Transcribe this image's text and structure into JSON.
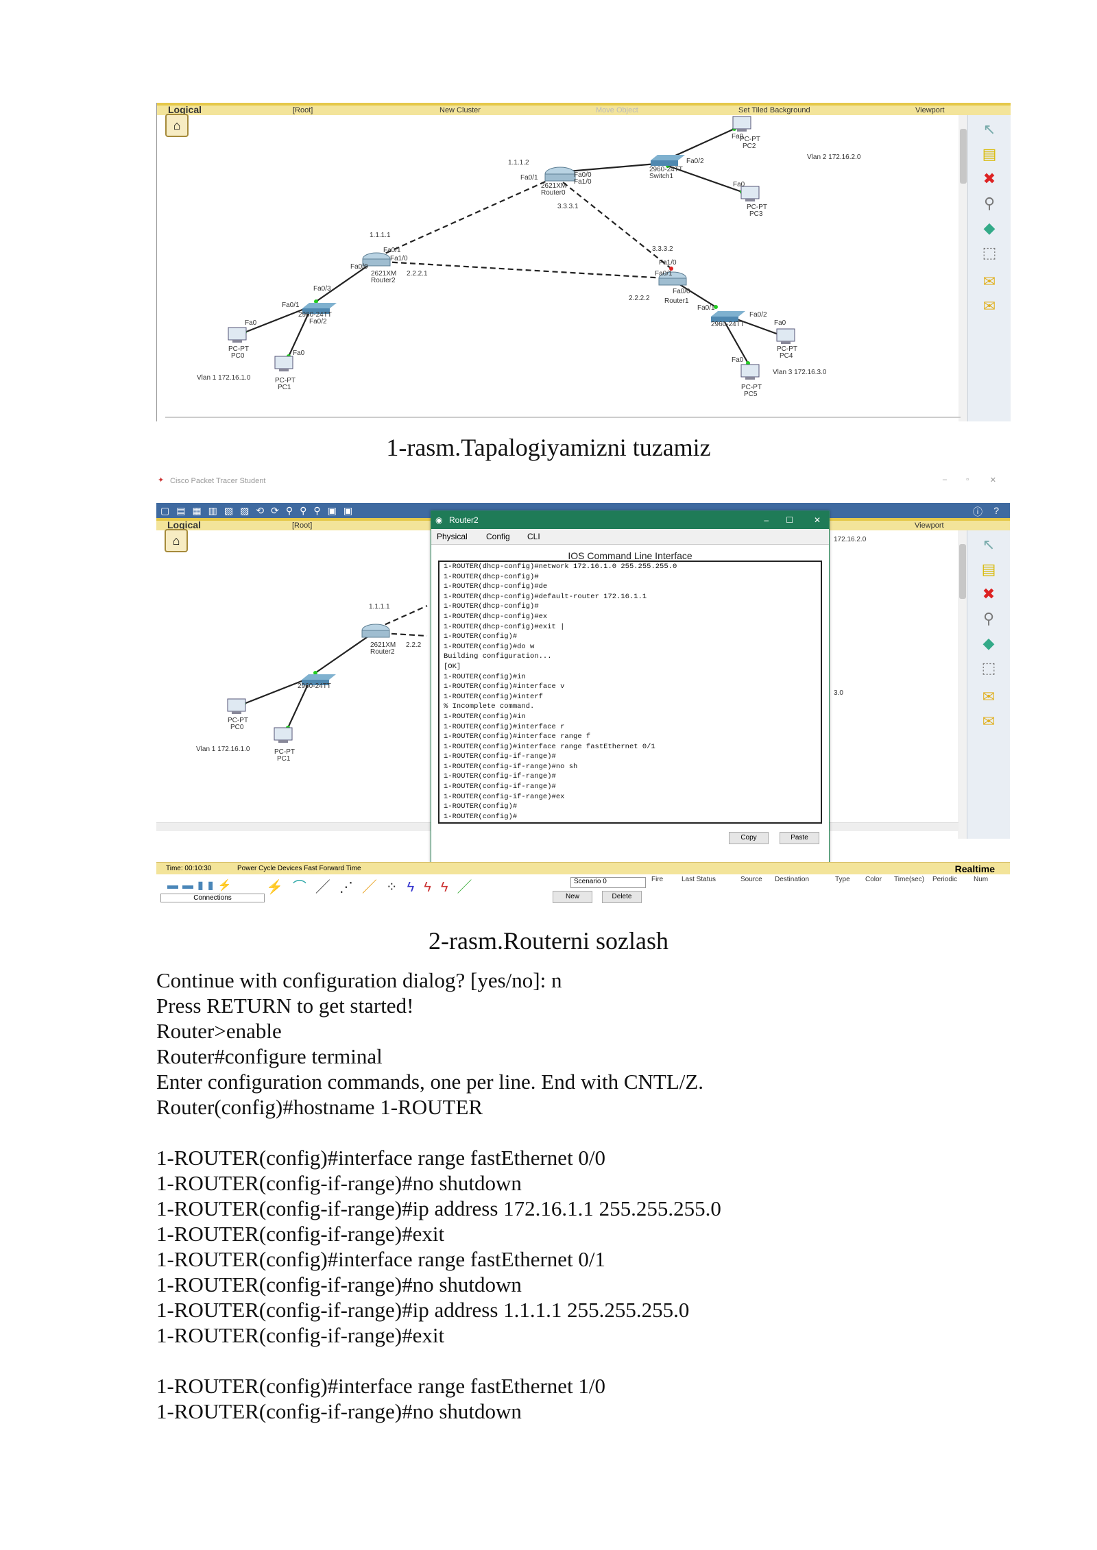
{
  "figure1": {
    "toolbar": {
      "logical": "Logical",
      "root": "[Root]",
      "new_cluster": "New Cluster",
      "move_object": "Move Object",
      "set_bg": "Set Tiled Background",
      "viewport": "Viewport"
    },
    "labels": {
      "pc2": "PC-PT",
      "pc2b": "PC2",
      "pc3": "PC-PT",
      "pc3b": "PC3",
      "pc0": "PC-PT",
      "pc0b": "PC0",
      "pc1": "PC-PT",
      "pc1b": "PC1",
      "pc4": "PC-PT",
      "pc4b": "PC4",
      "pc5": "PC-PT",
      "pc5b": "PC5",
      "router0": "2621XM",
      "router0b": "Router0",
      "router1": "Router1",
      "router2": "2621XM",
      "router2b": "Router2",
      "switch1": "2960-24TT",
      "switch1b": "Switch1",
      "ip_1112": "1.1.1.2",
      "ip_1111": "1.1.1.1",
      "ip_3331": "3.3.3.1",
      "ip_3332": "3.3.3.2",
      "ip_2221": "2.2.2.1",
      "ip_2222": "2.2.2.2",
      "vlan2": "Vlan 2 172.16.2.0",
      "vlan1": "Vlan 1 172.16.1.0",
      "vlan3": "Vlan 3 172.16.3.0",
      "fa00": "Fa0/0",
      "fa01": "Fa0/1",
      "fa10": "Fa1/0",
      "fa0": "Fa0",
      "fa02": "Fa0/2",
      "fa03": "Fa0/3",
      "sw2960": "2960-24TT"
    }
  },
  "caption1": "1-rasm.Tapalogiyamizni tuzamiz",
  "figure2": {
    "app_title": "Cisco Packet Tracer Student",
    "toolbar": {
      "logical": "Logical",
      "root": "[Root]",
      "viewport": "Viewport"
    },
    "cli_window": {
      "title": "Router2",
      "tabs": [
        "Physical",
        "Config",
        "CLI"
      ],
      "heading": "IOS Command Line Interface",
      "lines": [
        "1-ROUTER(dhcp-config)#network 172.16.1.0 255.255.255.0",
        "1-ROUTER(dhcp-config)#",
        "1-ROUTER(dhcp-config)#de",
        "1-ROUTER(dhcp-config)#default-router 172.16.1.1",
        "1-ROUTER(dhcp-config)#",
        "1-ROUTER(dhcp-config)#ex",
        "1-ROUTER(dhcp-config)#exit |",
        "1-ROUTER(config)#",
        "1-ROUTER(config)#do w",
        "Building configuration...",
        "[OK]",
        "1-ROUTER(config)#in",
        "1-ROUTER(config)#interface v",
        "1-ROUTER(config)#interf",
        "% Incomplete command.",
        "1-ROUTER(config)#in",
        "1-ROUTER(config)#interface r",
        "1-ROUTER(config)#interface range f",
        "1-ROUTER(config)#interface range fastEthernet 0/1",
        "1-ROUTER(config-if-range)#",
        "1-ROUTER(config-if-range)#no sh",
        "1-ROUTER(config-if-range)#",
        "1-ROUTER(config-if-range)#",
        "1-ROUTER(config-if-range)#ex",
        "1-ROUTER(config)#",
        "1-ROUTER(config)#"
      ],
      "copy": "Copy",
      "paste": "Paste"
    },
    "status": {
      "time": "Time: 00:10:30",
      "power": "Power Cycle Devices  Fast Forward Time",
      "realtime": "Realtime"
    },
    "bottom": {
      "connections": "Connections",
      "scenario": "Scenario 0",
      "new": "New",
      "delete": "Delete",
      "columns": [
        "Fire",
        "Last Status",
        "Source",
        "Destination",
        "Type",
        "Color",
        "Time(sec)",
        "Periodic",
        "Num"
      ]
    },
    "labels": {
      "ip_1111": "1.1.1.1",
      "r2": "2621XM",
      "r2b": "Router2",
      "ip_2221": "2.2.2",
      "sw": "2960-24TT",
      "pc0": "PC-PT",
      "pc0b": "PC0",
      "pc1": "PC-PT",
      "pc1b": "PC1",
      "vlan1": "Vlan 1 172.16.1.0",
      "right1": "172.16.2.0",
      "right2": "3.0"
    }
  },
  "caption2": "2-rasm.Routerni sozlash",
  "doc_lines": [
    "Continue with configuration dialog? [yes/no]: n",
    "Press RETURN to get started!",
    "Router>enable",
    "Router#configure terminal",
    "Enter configuration commands, one per line. End with CNTL/Z.",
    "Router(config)#hostname 1-ROUTER",
    "",
    "1-ROUTER(config)#interface range fastEthernet 0/0",
    "1-ROUTER(config-if-range)#no shutdown",
    "1-ROUTER(config-if-range)#ip address 172.16.1.1 255.255.255.0",
    "1-ROUTER(config-if-range)#exit",
    "1-ROUTER(config)#interface range fastEthernet 0/1",
    "1-ROUTER(config-if-range)#no shutdown",
    "1-ROUTER(config-if-range)#ip address 1.1.1.1 255.255.255.0",
    "1-ROUTER(config-if-range)#exit",
    "",
    "1-ROUTER(config)#interface range fastEthernet 1/0",
    "1-ROUTER(config-if-range)#no shutdown"
  ]
}
